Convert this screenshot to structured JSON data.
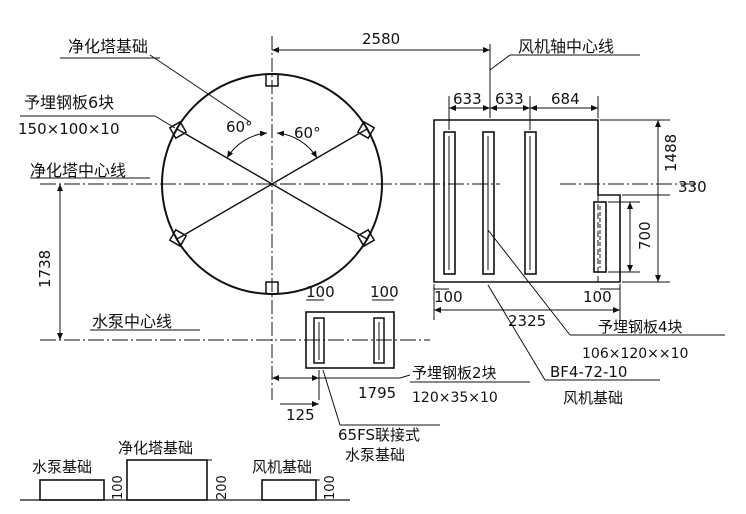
{
  "labels": {
    "tower_foundation": "净化塔基础",
    "embedded_plate_6": "予埋钢板6块",
    "embedded_plate_6_size": "150×100×10",
    "tower_center_line": "净化塔中心线",
    "pump_center_line": "水泵中心线",
    "fan_axis_center_line": "风机轴中心线",
    "embedded_plate_4": "予埋钢板4块",
    "embedded_plate_4_size": "106×120××10",
    "fan_model": "BF4-72-10",
    "fan_foundation": "风机基础",
    "embedded_plate_2": "予埋钢板2块",
    "embedded_plate_2_size": "120×35×10",
    "pump_type_1": "65FS联接式",
    "pump_type_2": "水泵基础",
    "section_pump": "水泵基础",
    "section_tower": "净化塔基础",
    "section_fan": "风机基础"
  },
  "dimensions": {
    "d2580": "2580",
    "d633a": "633",
    "d633b": "633",
    "d684": "684",
    "d1488": "1488",
    "d330": "330",
    "d700": "700",
    "d1738": "1738",
    "d100_fan_left": "100",
    "d100_fan_right": "100",
    "d2325": "2325",
    "d100_pump_left": "100",
    "d100_pump_right": "100",
    "d1795": "1795",
    "d125": "125",
    "s100_pump": "100",
    "s200_tower": "200",
    "s100_fan": "100",
    "angle_left": "60°",
    "angle_right": "60°"
  }
}
